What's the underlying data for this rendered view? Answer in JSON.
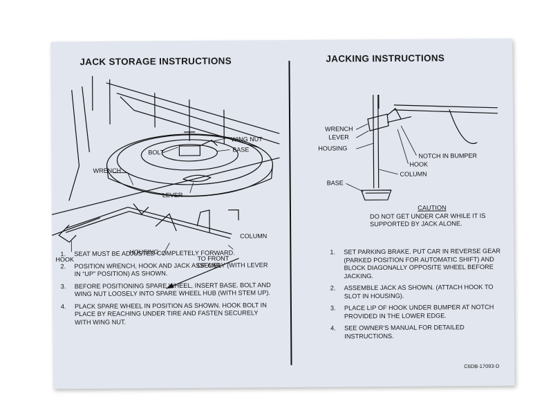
{
  "left": {
    "title": "JACK STORAGE INSTRUCTIONS",
    "labels": {
      "bolt": "BOLT",
      "wing_nut": "WING NUT",
      "wrench": "WRENCH",
      "base": "BASE",
      "lever": "LEVER",
      "hook": "HOOK",
      "column": "COLUMN",
      "housing": "HOUSING",
      "to_front_1": "TO FRONT",
      "to_front_2": "OF CAR"
    },
    "steps": [
      {
        "num": "1.",
        "text": "SEAT MUST BE ADJUSTED COMPLETELY FORWARD."
      },
      {
        "num": "2.",
        "text": "POSITION WRENCH, HOOK AND JACK ASSEMBLY (WITH LEVER IN “UP” POSITION) AS SHOWN."
      },
      {
        "num": "3.",
        "text": "BEFORE POSITIONING SPARE WHEEL, INSERT BASE. BOLT AND WING NUT LOOSELY INTO SPARE WHEEL HUB (WITH STEM UP)."
      },
      {
        "num": "4.",
        "text": "PLACK SPARE WHEEL IN POSITION AS SHOWN. HOOK BOLT IN PLACE BY REACHING UNDER TIRE AND FASTEN SECURELY WITH WING NUT."
      }
    ]
  },
  "right": {
    "title": "JACKING INSTRUCTIONS",
    "labels": {
      "wrench": "WRENCH",
      "lever": "LEVER",
      "housing": "HOUSING",
      "notch": "NOTCH IN BUMPER",
      "hook": "HOOK",
      "column": "COLUMN",
      "base": "BASE"
    },
    "caution": {
      "title": "CAUTION",
      "text": "DO NOT GET UNDER CAR WHILE IT IS SUPPORTED BY JACK ALONE."
    },
    "steps": [
      {
        "num": "1.",
        "text": "SET PARKING BRAKE. PUT CAR IN REVERSE GEAR (PARKED POSITION FOR AUTOMATIC SHIFT) AND BLOCK DIAGONALLY OPPOSITE WHEEL BEFORE JACKING."
      },
      {
        "num": "2.",
        "text": "ASSEMBLE JACK AS SHOWN. (ATTACH HOOK TO SLOT IN HOUSING)."
      },
      {
        "num": "3.",
        "text": "PLACE LIP OF HOOK UNDER BUMPER AT NOTCH PROVIDED IN THE LOWER EDGE."
      },
      {
        "num": "4.",
        "text": "SEE OWNER’S MANUAL FOR DETAILED INSTRUCTIONS."
      }
    ]
  },
  "part_number": "C6DB-17093-D",
  "colors": {
    "card": "#e2e6ef",
    "ink": "#111111"
  }
}
